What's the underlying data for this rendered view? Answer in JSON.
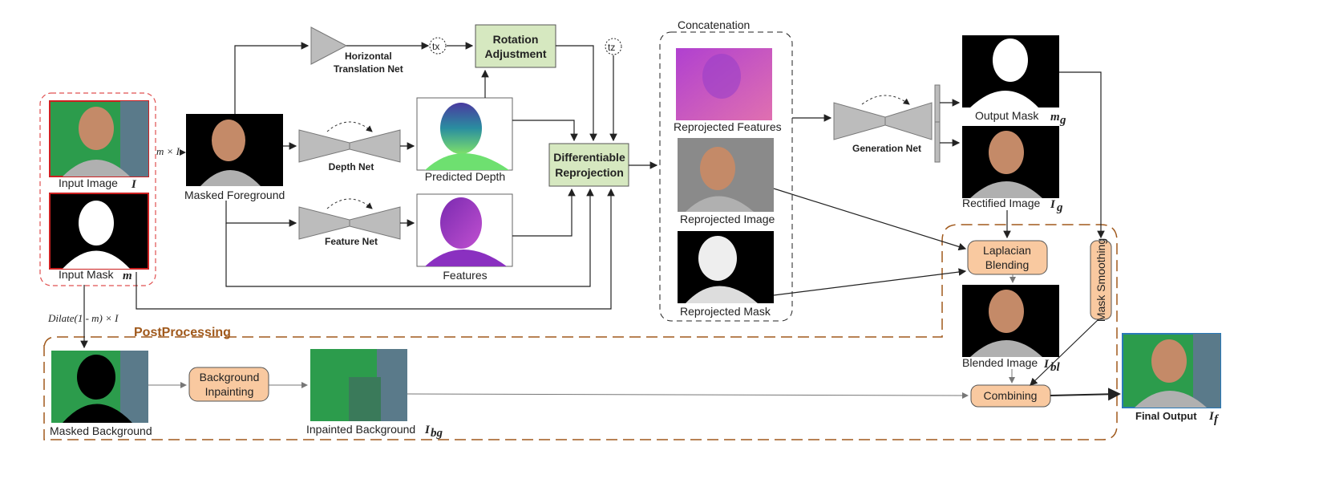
{
  "inputs": {
    "input_image": "Input Image",
    "input_image_sym": "I",
    "input_mask": "Input Mask",
    "input_mask_sym": "m",
    "mask_mult": "m × I",
    "masked_foreground": "Masked Foreground"
  },
  "nets": {
    "horizontal": "Horizontal",
    "translation_net": "Translation Net",
    "depth_net": "Depth Net",
    "feature_net": "Feature Net",
    "generation_net": "Generation Net"
  },
  "nodes": {
    "tx": "tx",
    "tz": "tz",
    "rotation_1": "Rotation",
    "rotation_2": "Adjustment",
    "diff_1": "Differentiable",
    "diff_2": "Reprojection",
    "predicted_depth": "Predicted Depth",
    "features": "Features"
  },
  "concat": {
    "title": "Concatenation",
    "reprojected_features": "Reprojected Features",
    "reprojected_image": "Reprojected Image",
    "reprojected_mask": "Reprojected Mask"
  },
  "outputs": {
    "output_mask": "Output Mask",
    "output_mask_sym": "m",
    "output_mask_sub": "g",
    "rectified_image": "Rectified Image",
    "rectified_sym": "I",
    "rectified_sub": "g",
    "laplacian_1": "Laplacian",
    "laplacian_2": "Blending",
    "mask_smoothing": "Mask Smoothing",
    "blended_image": "Blended Image",
    "blended_sym": "I",
    "blended_sub": "bl",
    "combining": "Combining",
    "final_output": "Final Output",
    "final_sym": "I",
    "final_sub": "f"
  },
  "post": {
    "title": "PostProcessing",
    "dilate": "Dilate(1 - m) × I",
    "masked_background": "Masked Background",
    "bg_inpaint_1": "Background",
    "bg_inpaint_2": "Inpainting",
    "inpainted_background": "Inpainted Background",
    "inpainted_sym": "I",
    "inpainted_sub": "bg"
  },
  "colors": {
    "green_box": "#d6e8c0",
    "orange_box": "#f9c9a0",
    "net_gray": "#bcbcbc",
    "post_border": "#a0591c",
    "input_border": "#e05050",
    "final_border": "#2a7ab8"
  }
}
